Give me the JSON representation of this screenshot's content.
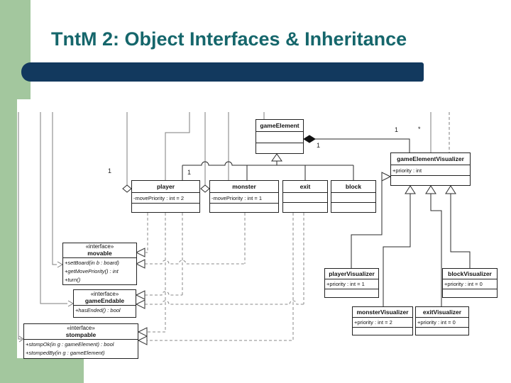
{
  "slide": {
    "title": "TntM 2: Object Interfaces & Inheritance",
    "colors": {
      "title_text": "#15666b",
      "accent_bar": "#12395e",
      "side_bar": "#a3c79e"
    }
  },
  "diagram": {
    "classes": {
      "gameElement": {
        "name": "gameElement",
        "attributes": []
      },
      "gameElementVisualizer": {
        "name": "gameElementVisualizer",
        "attributes": [
          "+priority : int"
        ]
      },
      "player": {
        "name": "player",
        "attributes": [
          "-movePriority : int = 2"
        ]
      },
      "monster": {
        "name": "monster",
        "attributes": [
          "-movePriority : int = 1"
        ]
      },
      "exit": {
        "name": "exit",
        "attributes": []
      },
      "block": {
        "name": "block",
        "attributes": []
      },
      "movable": {
        "stereotype": "«interface»",
        "name": "movable",
        "attributes": [
          "+setBoard(in b : board)",
          "+getMovePriority() : int",
          "+turn()"
        ]
      },
      "gameEndable": {
        "stereotype": "«interface»",
        "name": "gameEndable",
        "attributes": [
          "+hasEnded() : bool"
        ]
      },
      "stompable": {
        "stereotype": "«interface»",
        "name": "stompable",
        "attributes": [
          "+stompOk(in g : gameElement) : bool",
          "+stompedBy(in g : gameElement)"
        ]
      },
      "playerVisualizer": {
        "name": "playerVisualizer",
        "attributes": [
          "+priority : int = 1"
        ]
      },
      "blockVisualizer": {
        "name": "blockVisualizer",
        "attributes": [
          "+priority : int = 0"
        ]
      },
      "monsterVisualizer": {
        "name": "monsterVisualizer",
        "attributes": [
          "+priority : int = 2"
        ]
      },
      "exitVisualizer": {
        "name": "exitVisualizer",
        "attributes": [
          "+priority : int = 0"
        ]
      }
    },
    "multiplicities": {
      "player_aggregation": "1",
      "monster_aggregation": "1",
      "gameElement_diamond": "1",
      "visualizer_corner": "1",
      "visualizer_many": "*"
    }
  }
}
